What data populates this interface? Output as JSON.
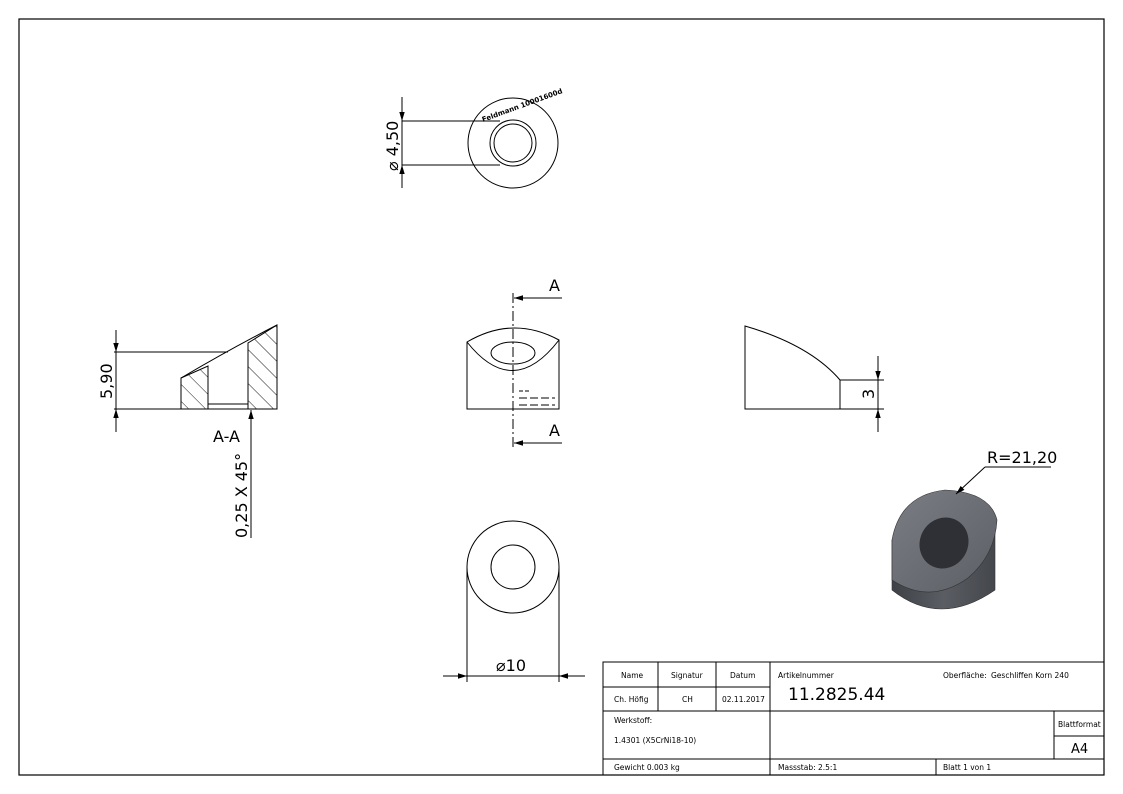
{
  "drawing": {
    "marking": "Feldmann 10001600d",
    "dim_bore": "⌀ 4,50",
    "dim_height": "5,90",
    "section_label": "A-A",
    "dim_chamfer": "0,25 X 45°",
    "cut_label_top": "A",
    "cut_label_bottom": "A",
    "dim_side_height": "3",
    "dim_radius": "R=21,20",
    "dim_outer": "⌀10"
  },
  "title_block": {
    "headers": {
      "name": "Name",
      "signature": "Signatur",
      "date": "Datum"
    },
    "values": {
      "name": "Ch. Höfig",
      "signature": "CH",
      "date": "02.11.2017"
    },
    "article_label": "Artikelnummer",
    "article_number": "11.2825.44",
    "surface_label": "Oberfläche:",
    "surface_value": "Geschliffen Korn 240",
    "material_label": "Werkstoff:",
    "material_value": "1.4301 (X5CrNi18-10)",
    "format_label": "Blattformat",
    "format_value": "A4",
    "weight": "Gewicht 0.003 kg",
    "scale": "Massstab: 2.5:1",
    "sheet": "Blatt 1 von 1"
  },
  "colors": {
    "line": "#000000",
    "iso_top": "#6f7278",
    "iso_side": "#55585e",
    "iso_bore": "#2e3035"
  }
}
